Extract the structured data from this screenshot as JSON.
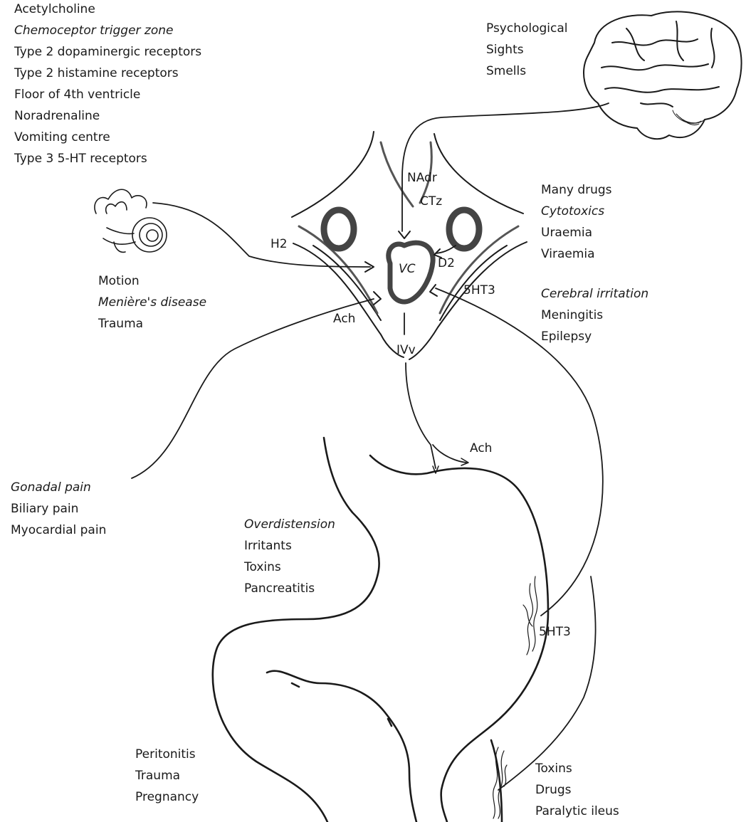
{
  "abbreviations_key": {
    "items": [
      "Acetylcholine",
      "Chemoceptor trigger zone",
      "Type 2 dopaminergic receptors",
      "Type 2 histamine receptors",
      "Floor of 4th ventricle",
      "Noradrenaline",
      "Vomiting centre",
      "Type 3 5-HT receptors"
    ]
  },
  "central_labels": {
    "nadr": "NAdr",
    "ctz": "CTz",
    "vc": "VC",
    "h2": "H2",
    "d2": "D2",
    "sht3_top": "5HT3",
    "ach_left": "Ach",
    "iv": "IVv",
    "ach_stomach": "Ach",
    "sht3_stomach": "5HT3"
  },
  "groups": {
    "psychological": [
      "Psychological",
      "Sights",
      "Smells"
    ],
    "ctz_triggers": [
      "Many drugs",
      "Cytotoxics",
      "Uraemia",
      "Viraemia"
    ],
    "cerebral": [
      "Cerebral irritation",
      "Meningitis",
      "Epilepsy"
    ],
    "vestibular": [
      "Motion",
      "Menière's disease",
      "Trauma"
    ],
    "visceral_pain": [
      "Gonadal pain",
      "Biliary pain",
      "Myocardial pain"
    ],
    "gastric": [
      "Overdistension",
      "Irritants",
      "Toxins",
      "Pancreatitis"
    ],
    "peritoneal": [
      "Peritonitis",
      "Trauma",
      "Pregnancy"
    ],
    "intestinal": [
      "Toxins",
      "Drugs",
      "Paralytic ileus"
    ]
  }
}
